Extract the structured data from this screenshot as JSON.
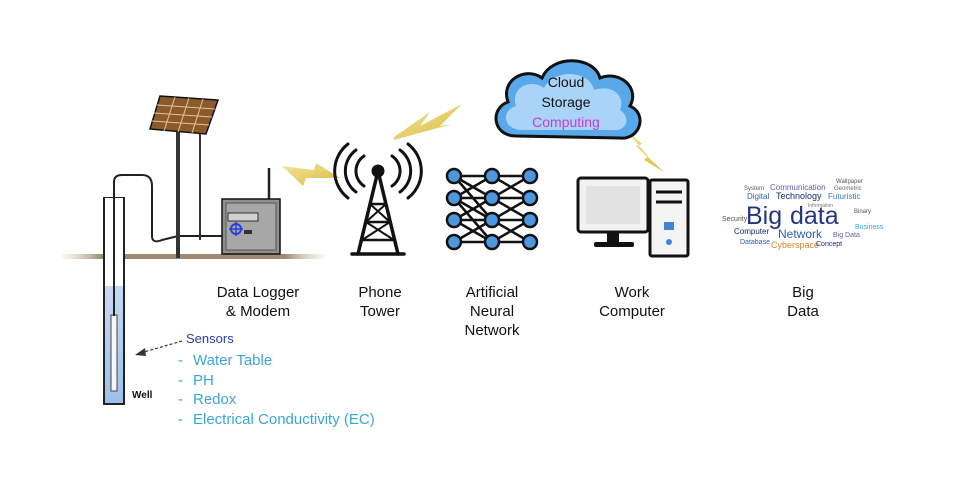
{
  "nodes": {
    "logger": {
      "line1": "Data Logger",
      "line2": "& Modem"
    },
    "tower": {
      "line1": "Phone",
      "line2": "Tower"
    },
    "ann": {
      "line1": "Artificial",
      "line2": "Neural",
      "line3": "Network"
    },
    "computer": {
      "line1": "Work",
      "line2": "Computer"
    },
    "bigdata": {
      "line1": "Big",
      "line2": "Data"
    }
  },
  "cloud": {
    "line1": "Cloud",
    "line2": "Storage",
    "line3": "Computing"
  },
  "well": {
    "label": "Well"
  },
  "sensors": {
    "title": "Sensors",
    "items": [
      "Water Table",
      "PH",
      "Redox",
      "Electrical Conductivity (EC)"
    ]
  },
  "wordcloud": {
    "main1": "Big",
    "main2": "data",
    "words": [
      "Communication",
      "Technology",
      "Futuristic",
      "Digital",
      "System",
      "Wallpaper",
      "Geometric",
      "Security",
      "Computer",
      "Network",
      "Database",
      "Cyberspace",
      "Concept",
      "Business",
      "Binary",
      "Big Data",
      "Information"
    ]
  },
  "colors": {
    "accent": "#3aa6d6",
    "sensor_title": "#2a3fa8",
    "computing": "#c83ad6",
    "lightning": "#e2c84a"
  }
}
